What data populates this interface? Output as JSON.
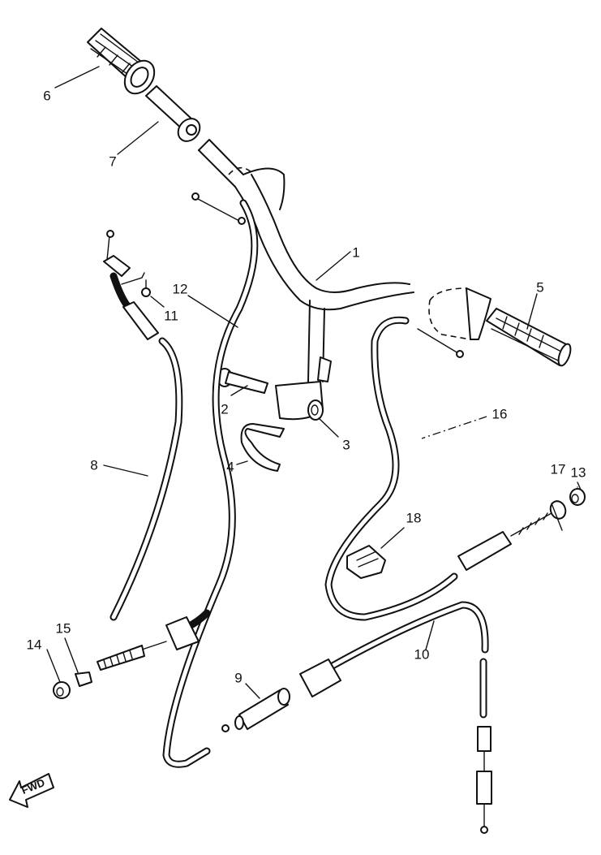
{
  "diagram": {
    "title": "Handlebar and cable assembly exploded view",
    "direction_indicator": "FWD",
    "callouts": [
      {
        "id": "1",
        "label": "1",
        "part": "handlebar"
      },
      {
        "id": "2",
        "label": "2",
        "part": "bolt"
      },
      {
        "id": "3",
        "label": "3",
        "part": "nut"
      },
      {
        "id": "4",
        "label": "4",
        "part": "clamp band"
      },
      {
        "id": "5",
        "label": "5",
        "part": "right grip"
      },
      {
        "id": "6",
        "label": "6",
        "part": "left grip"
      },
      {
        "id": "7",
        "label": "7",
        "part": "throttle grip sleeve"
      },
      {
        "id": "8",
        "label": "8",
        "part": "throttle cable"
      },
      {
        "id": "9",
        "label": "9",
        "part": "cable holder"
      },
      {
        "id": "10",
        "label": "10",
        "part": "cable"
      },
      {
        "id": "11",
        "label": "11",
        "part": "screw"
      },
      {
        "id": "12",
        "label": "12",
        "part": "cable"
      },
      {
        "id": "13",
        "label": "13",
        "part": "cap"
      },
      {
        "id": "14",
        "label": "14",
        "part": "cap"
      },
      {
        "id": "15",
        "label": "15",
        "part": "cable end"
      },
      {
        "id": "16",
        "label": "16",
        "part": "brake cable"
      },
      {
        "id": "17",
        "label": "17",
        "part": "cable end"
      },
      {
        "id": "18",
        "label": "18",
        "part": "cable clip"
      }
    ]
  }
}
